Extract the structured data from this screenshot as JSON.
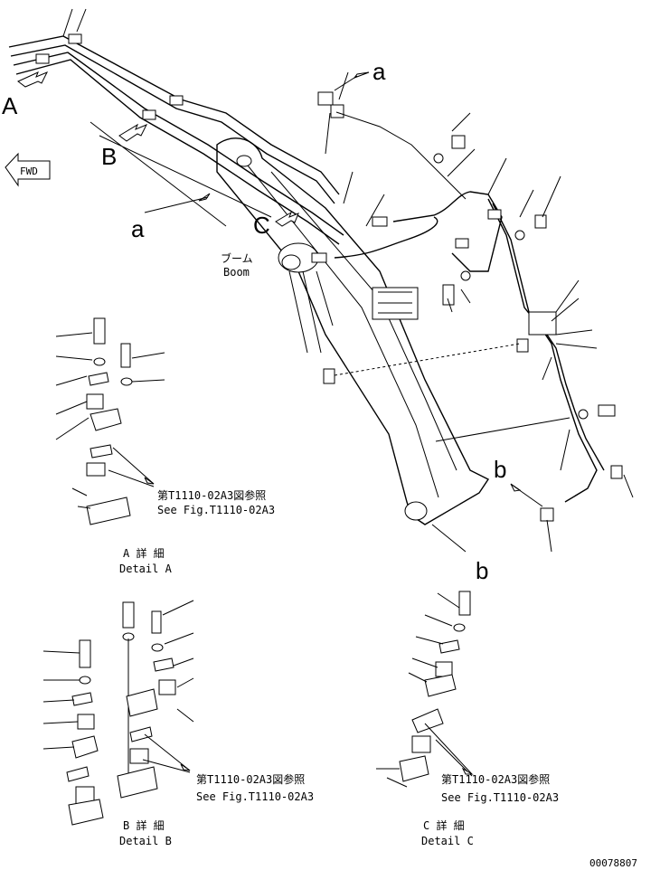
{
  "callouts": {
    "a_top": "a",
    "a_left": "a",
    "b_right": "b",
    "b_bottom": "b",
    "A": "A",
    "B": "B",
    "C": "C",
    "fwd": "FWD"
  },
  "boom": {
    "jp": "ブーム",
    "en": "Boom"
  },
  "detail_a": {
    "ref_jp": "第T1110-02A3図参照",
    "ref_en": "See Fig.T1110-02A3",
    "title_jp": "A 詳 細",
    "title_en": "Detail A"
  },
  "detail_b": {
    "ref_jp": "第T1110-02A3図参照",
    "ref_en": "See Fig.T1110-02A3",
    "title_jp": "B 詳 細",
    "title_en": "Detail B"
  },
  "detail_c": {
    "ref_jp": "第T1110-02A3図参照",
    "ref_en": "See Fig.T1110-02A3",
    "title_jp": "C 詳 細",
    "title_en": "Detail C"
  },
  "drawing_number": "00078807"
}
